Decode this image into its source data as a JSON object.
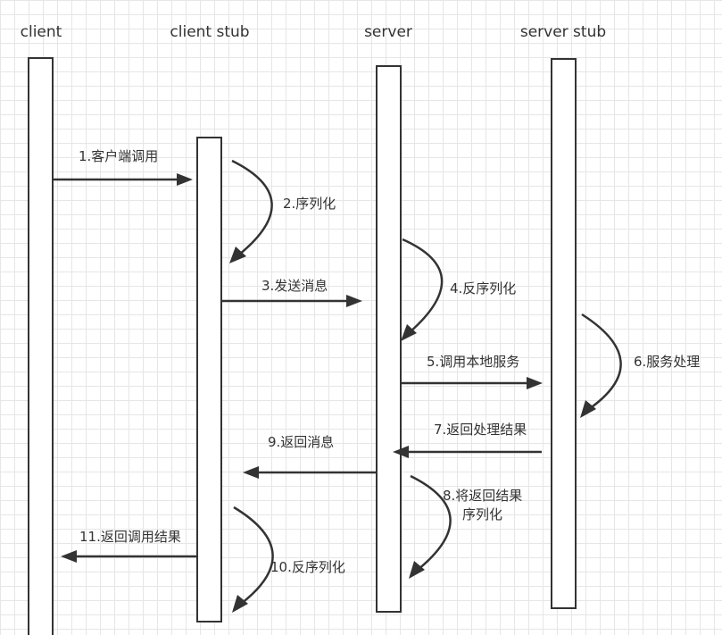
{
  "diagram": {
    "participants": [
      {
        "id": "client",
        "label": "client"
      },
      {
        "id": "client_stub",
        "label": "client stub"
      },
      {
        "id": "server",
        "label": "server"
      },
      {
        "id": "server_stub",
        "label": "server stub"
      }
    ],
    "steps": [
      {
        "n": 1,
        "label": "1.客户端调用",
        "from": "client",
        "to": "client_stub",
        "kind": "message"
      },
      {
        "n": 2,
        "label": "2.序列化",
        "on": "client_stub",
        "kind": "self"
      },
      {
        "n": 3,
        "label": "3.发送消息",
        "from": "client_stub",
        "to": "server",
        "kind": "message"
      },
      {
        "n": 4,
        "label": "4.反序列化",
        "on": "server",
        "kind": "self"
      },
      {
        "n": 5,
        "label": "5.调用本地服务",
        "from": "server",
        "to": "server_stub",
        "kind": "message"
      },
      {
        "n": 6,
        "label": "6.服务处理",
        "on": "server_stub",
        "kind": "self"
      },
      {
        "n": 7,
        "label": "7.返回处理结果",
        "from": "server_stub",
        "to": "server",
        "kind": "message"
      },
      {
        "n": 8,
        "label_lines": [
          "8.将返回结果",
          "序列化"
        ],
        "on": "server",
        "kind": "self"
      },
      {
        "n": 9,
        "label": "9.返回消息",
        "from": "server",
        "to": "client_stub",
        "kind": "message"
      },
      {
        "n": 10,
        "label": "10.反序列化",
        "on": "client_stub",
        "kind": "self"
      },
      {
        "n": 11,
        "label": "11.返回调用结果",
        "from": "client_stub",
        "to": "client",
        "kind": "message"
      }
    ]
  }
}
